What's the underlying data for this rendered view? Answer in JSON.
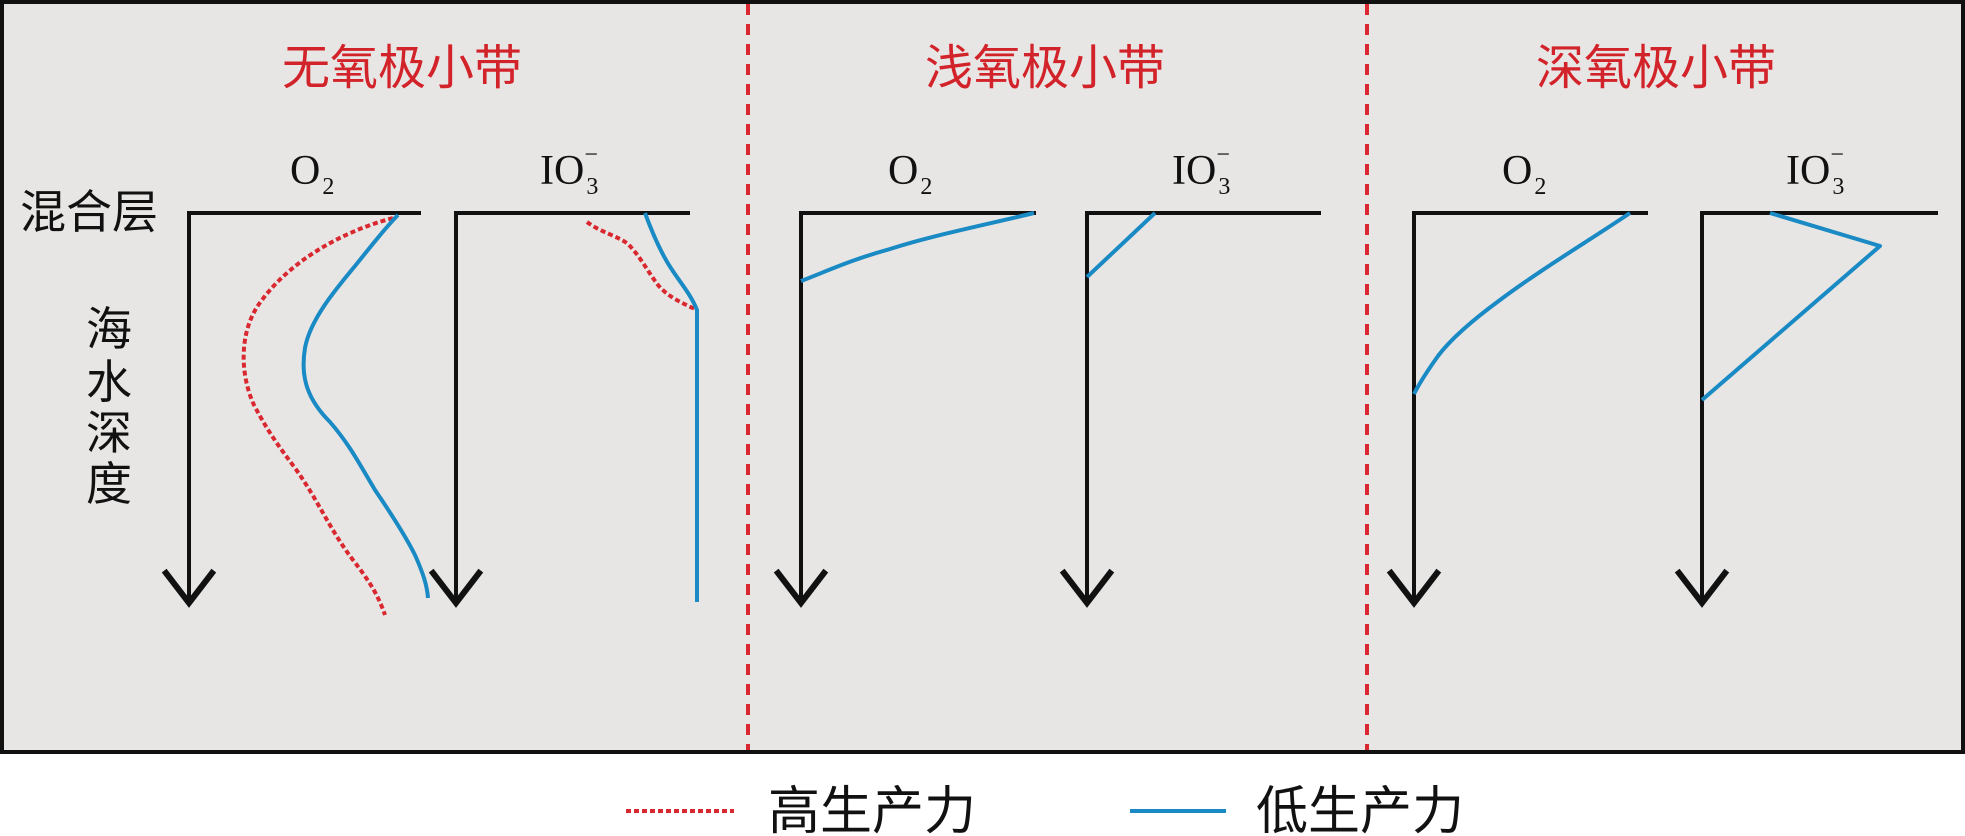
{
  "zones": [
    {
      "title": "无氧极小带",
      "labels": [
        {
          "main": "O",
          "sub": "2",
          "sup": ""
        },
        {
          "main": "IO",
          "sub": "3",
          "sup": "−"
        }
      ]
    },
    {
      "title": "浅氧极小带",
      "labels": [
        {
          "main": "O",
          "sub": "2",
          "sup": ""
        },
        {
          "main": "IO",
          "sub": "3",
          "sup": "−"
        }
      ]
    },
    {
      "title": "深氧极小带",
      "labels": [
        {
          "main": "O",
          "sub": "2",
          "sup": ""
        },
        {
          "main": "IO",
          "sub": "3",
          "sup": "−"
        }
      ]
    }
  ],
  "side_labels": {
    "mixed_layer": "混合层",
    "depth_chars": [
      "海",
      "水",
      "深",
      "度"
    ]
  },
  "legend": {
    "high": "高生产力",
    "low": "低生产力"
  },
  "colors": {
    "background": "#e8e6e5",
    "zone_title": "#d2232a",
    "high_productivity": "#d9282f",
    "low_productivity": "#1a8ac4",
    "axis": "#111111"
  }
}
